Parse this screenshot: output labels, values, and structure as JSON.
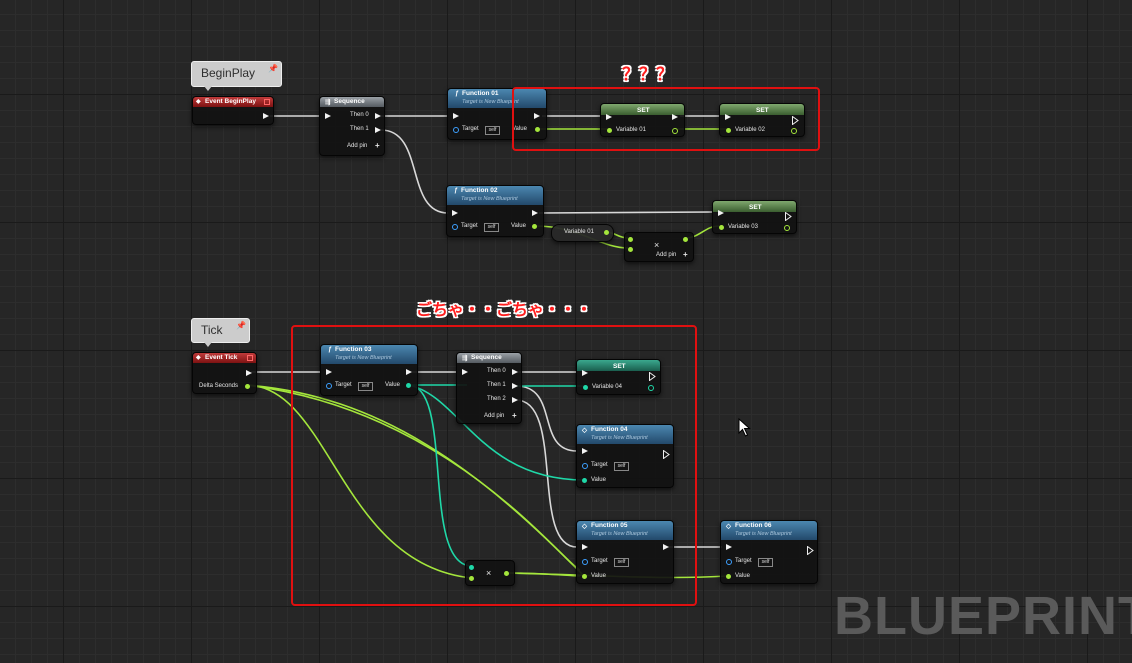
{
  "comments": {
    "beginplay": "BeginPlay",
    "tick": "Tick"
  },
  "annotations": {
    "question": "？？？",
    "messy": "ごちゃ・・ごちゃ・・・"
  },
  "watermark": "BLUEPRINT",
  "nodes": {
    "event_beginplay": {
      "title": "Event BeginPlay"
    },
    "sequence1": {
      "title": "Sequence",
      "then0": "Then 0",
      "then1": "Then 1",
      "add_pin": "Add pin"
    },
    "function01": {
      "title": "Function 01",
      "subtitle": "Target is New Blueprint",
      "target": "Target",
      "self": "self",
      "value": "Value"
    },
    "set_var01": {
      "title": "SET",
      "var": "Variable 01"
    },
    "set_var02": {
      "title": "SET",
      "var": "Variable 02"
    },
    "function02": {
      "title": "Function 02",
      "subtitle": "Target is New Blueprint",
      "target": "Target",
      "self": "self",
      "value": "Value"
    },
    "get_var01": {
      "var": "Variable 01"
    },
    "multiply1": {
      "op": "×",
      "add_pin": "Add pin"
    },
    "set_var03": {
      "title": "SET",
      "var": "Variable 03"
    },
    "event_tick": {
      "title": "Event Tick",
      "delta": "Delta Seconds"
    },
    "function03": {
      "title": "Function 03",
      "subtitle": "Target is New Blueprint",
      "target": "Target",
      "self": "self",
      "value": "Value"
    },
    "sequence2": {
      "title": "Sequence",
      "then0": "Then 0",
      "then1": "Then 1",
      "then2": "Then 2",
      "add_pin": "Add pin"
    },
    "set_var04": {
      "title": "SET",
      "var": "Variable 04"
    },
    "function04": {
      "title": "Function 04",
      "subtitle": "Target is New Blueprint",
      "target": "Target",
      "self": "self",
      "value": "Value"
    },
    "function05": {
      "title": "Function 05",
      "subtitle": "Target is New Blueprint",
      "target": "Target",
      "self": "self",
      "value": "Value"
    },
    "function06": {
      "title": "Function 06",
      "subtitle": "Target is New Blueprint",
      "target": "Target",
      "self": "self",
      "value": "Value"
    },
    "multiply2": {
      "op": "×"
    }
  },
  "colors": {
    "exec_wire": "#d8d8d8",
    "float_wire": "#a4e63c",
    "int_wire": "#1fd8a8",
    "highlight": "#e01010"
  }
}
